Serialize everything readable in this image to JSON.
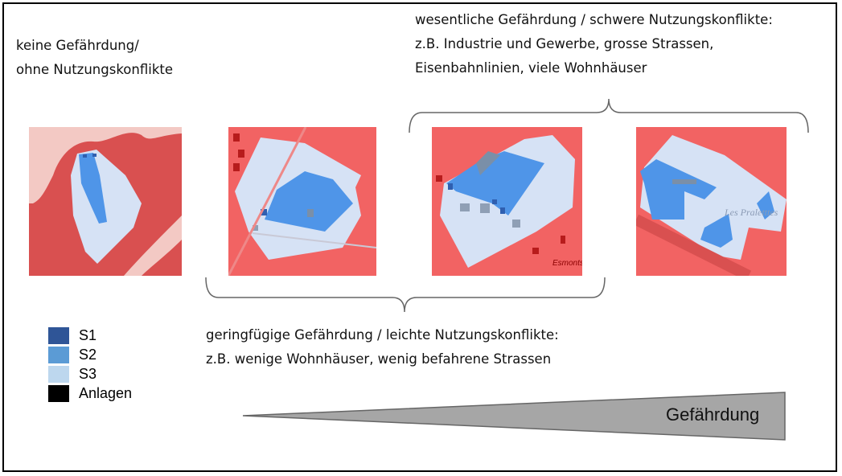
{
  "labels": {
    "none": [
      "keine Gefährdung/",
      "ohne Nutzungskonflikte"
    ],
    "severe": [
      "wesentliche Gefährdung / schwere Nutzungskonflikte:",
      "z.B. Industrie und Gewerbe, grosse Strassen,",
      "Eisenbahnlinien, viele Wohnhäuser"
    ],
    "minor": [
      "geringfügige Gefährdung / leichte Nutzungskonflikte:",
      "z.B. wenige Wohnhäuser, wenig befahrene Strassen"
    ]
  },
  "maps": [
    {
      "label": ""
    },
    {
      "label": ""
    },
    {
      "label": "Esmonts"
    },
    {
      "label": "Les Praletttes"
    }
  ],
  "legend": [
    {
      "label": "S1",
      "color": "#2f5597"
    },
    {
      "label": "S2",
      "color": "#5b9bd5"
    },
    {
      "label": "S3",
      "color": "#bdd7ee"
    },
    {
      "label": "Anlagen",
      "color": "#000000"
    }
  ],
  "wedge": {
    "label": "Gefährdung",
    "color": "#a6a6a6"
  },
  "colors": {
    "risk_red": "#f26363",
    "s3_zone": "#d6e2f5",
    "s2_zone": "#4f95e8",
    "s1_zone": "#2f5fb0"
  }
}
